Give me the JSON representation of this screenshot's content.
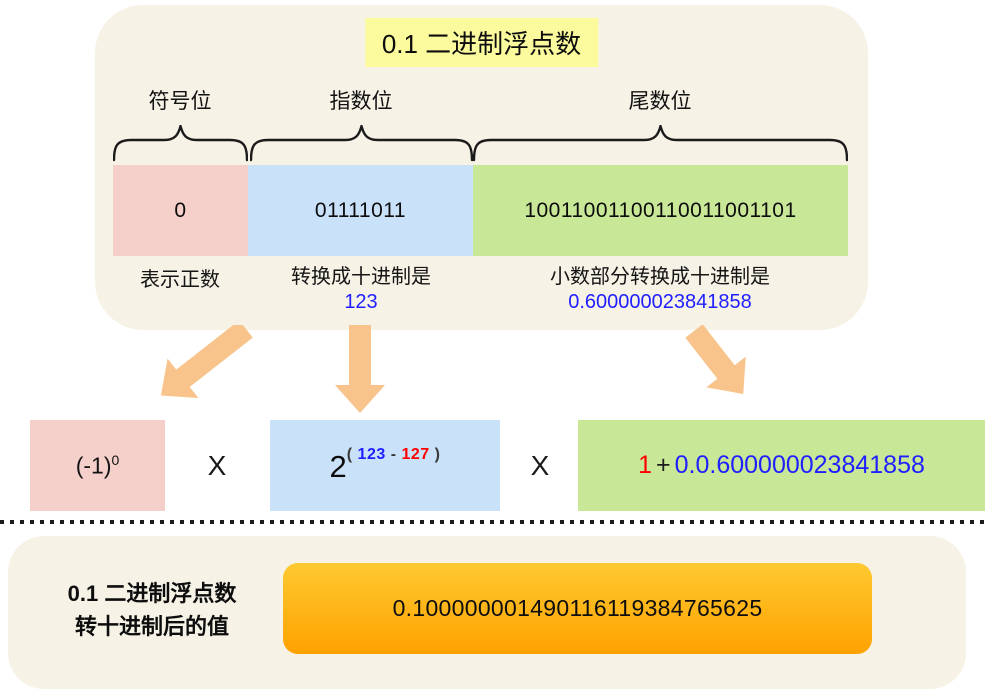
{
  "top_panel": {
    "title": "0.1 二进制浮点数",
    "fields": [
      {
        "label": "符号位",
        "bits": "0",
        "note": "表示正数",
        "note_value": ""
      },
      {
        "label": "指数位",
        "bits": "01111011",
        "note": "转换成十进制是",
        "note_value": "123"
      },
      {
        "label": "尾数位",
        "bits": "10011001100110011001101",
        "note": "小数部分转换成十进制是",
        "note_value": "0.600000023841858"
      }
    ]
  },
  "formula": {
    "sign_base": "(-1)",
    "sign_exp": "0",
    "times1": "X",
    "exp_base": "2",
    "exp_open": "(",
    "exp_dec": "123",
    "exp_minus": "-",
    "exp_bias": "127",
    "exp_close": ")",
    "times2": "X",
    "mantissa_one": "1",
    "mantissa_plus": "+",
    "mantissa_frac": "0.0.600000023841858"
  },
  "result": {
    "label_line1": "0.1 二进制浮点数",
    "label_line2": "转十进制后的值",
    "value": "0.100000001490116119384765625"
  },
  "colors": {
    "panel_cream": "#f6f2e6",
    "title_yellow": "#fbfa9d",
    "sign_pink": "#f5cfc9",
    "exponent_blue": "#c9e2fa",
    "mantissa_green": "#c9e897",
    "arrow_orange": "#f8c48b",
    "result_gradient_top": "#ffc931",
    "result_gradient_bottom": "#ffa200",
    "value_blue_text": "#1f1fff",
    "highlight_red_text": "#ff0000"
  }
}
